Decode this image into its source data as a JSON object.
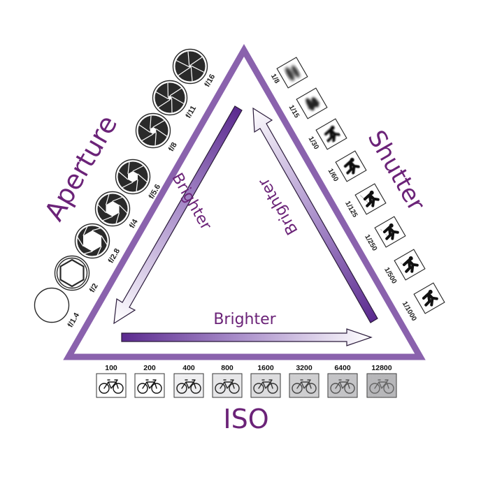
{
  "diagram": {
    "title_aperture": "Aperture",
    "title_shutter": "Shutter",
    "title_iso": "ISO",
    "arrows": {
      "aperture_side": "Brighter",
      "shutter_side": "Brighter",
      "iso_side": "Brighter"
    },
    "aperture": {
      "stops": [
        "f/1.4",
        "f/2",
        "f/2.8",
        "f/4",
        "f/5.6",
        "f/8",
        "f/11",
        "f/16"
      ],
      "icon": "aperture-iris-icon"
    },
    "shutter": {
      "speeds": [
        "1/8",
        "1/15",
        "1/30",
        "1/60",
        "1/125",
        "1/250",
        "1/500",
        "1/1000"
      ],
      "icon": "running-person-icon"
    },
    "iso": {
      "values": [
        "100",
        "200",
        "400",
        "800",
        "1600",
        "3200",
        "6400",
        "12800"
      ],
      "icon": "bicycle-icon"
    },
    "colors": {
      "triangle": "#8a62ad",
      "title_text": "#6b2378",
      "arrow_dark": "#5b2a8f",
      "arrow_light": "#f6f2fa"
    }
  }
}
